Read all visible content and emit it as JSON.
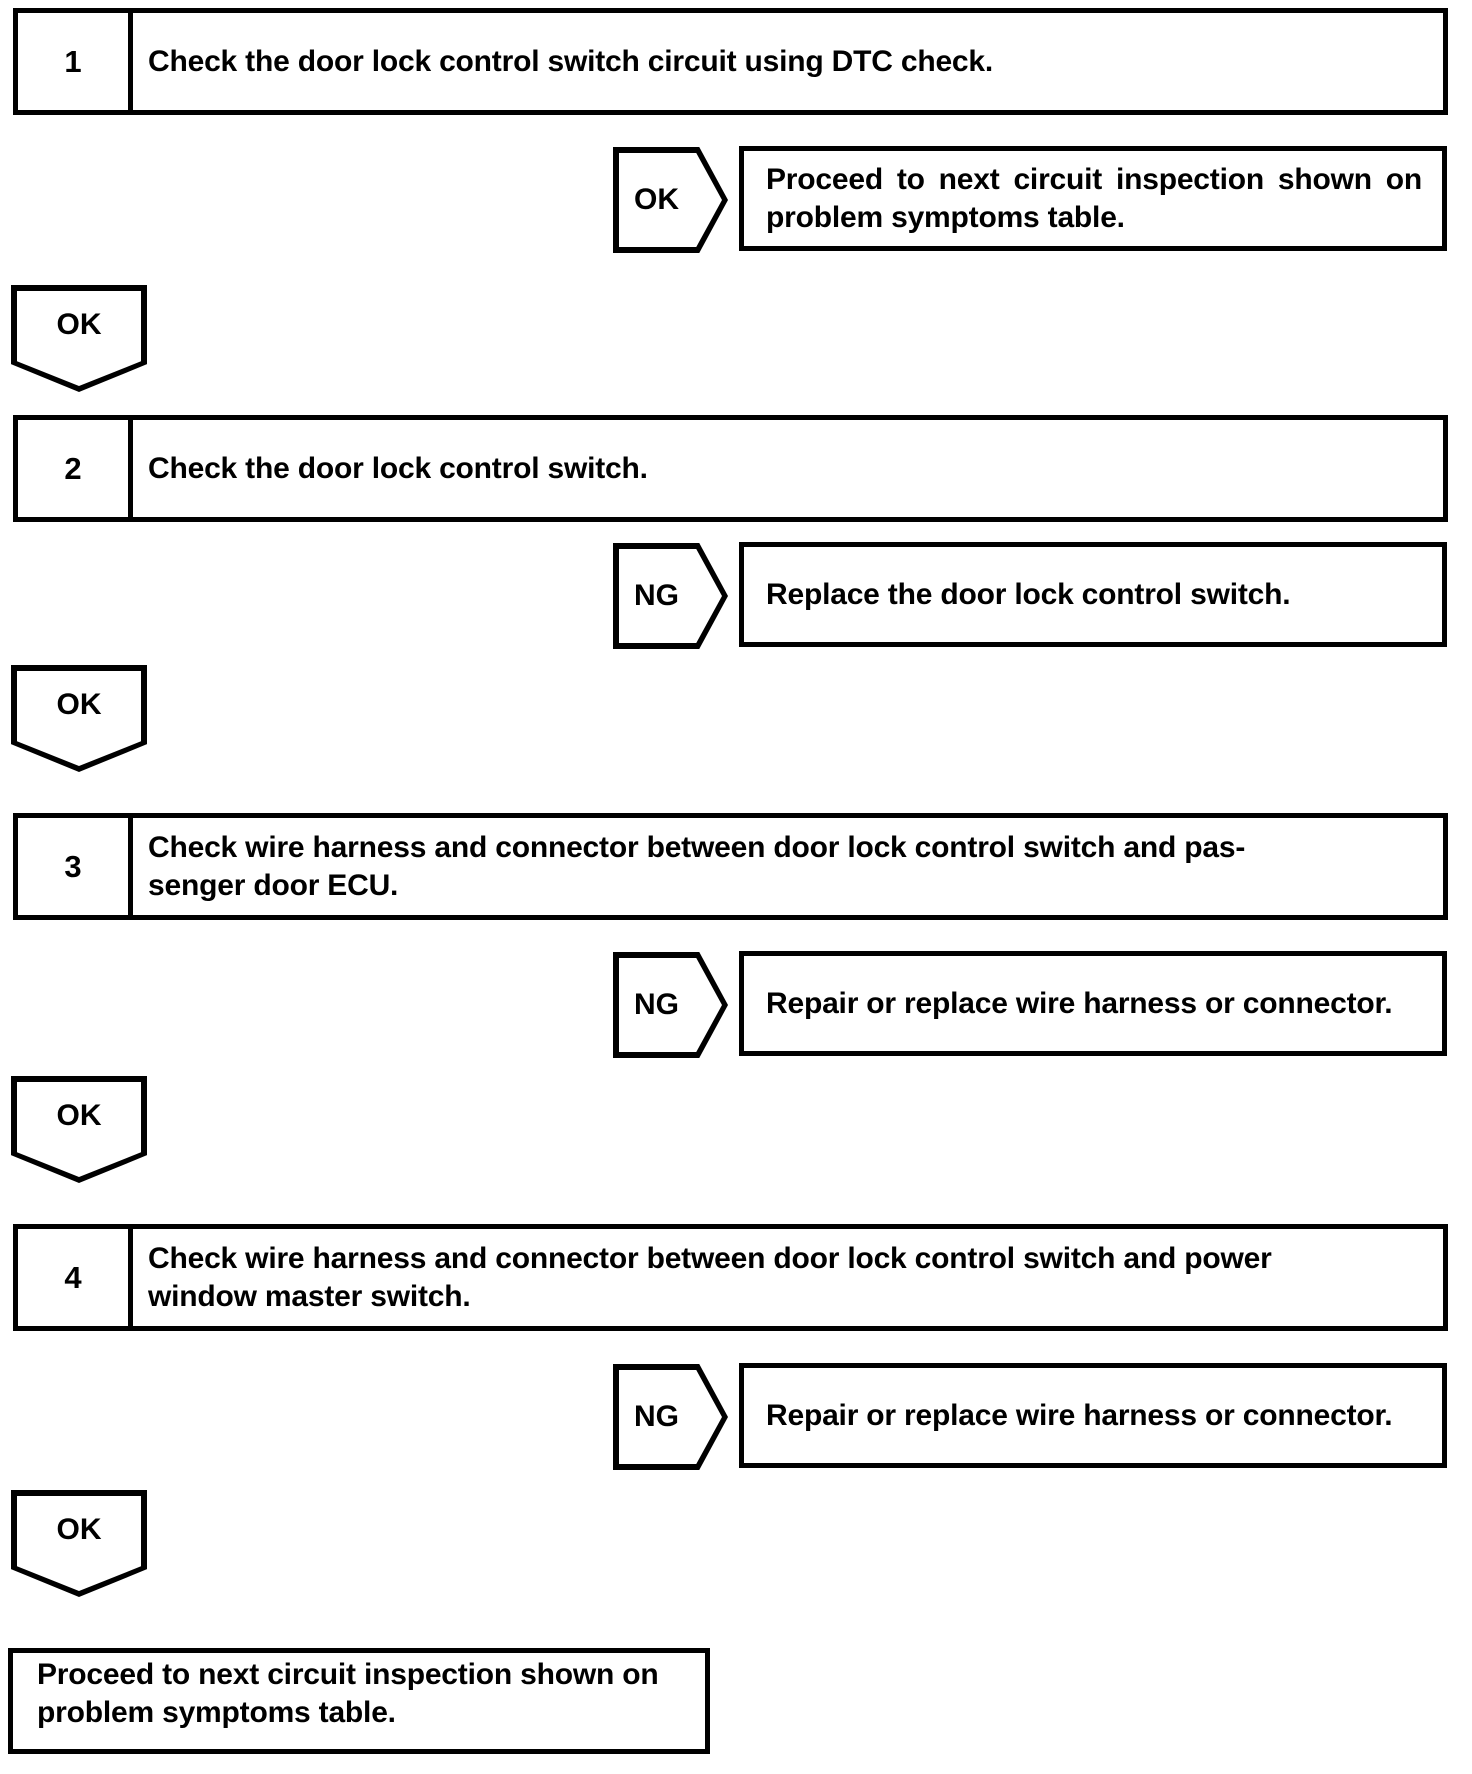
{
  "diagram": {
    "type": "flowchart",
    "colors": {
      "line": "#000000",
      "text": "#000000",
      "background": "#ffffff"
    },
    "flow": {
      "steps": [
        {
          "number": "1",
          "lines": [
            "Check the door lock control switch circuit using DTC check."
          ]
        },
        {
          "number": "2",
          "lines": [
            "Check the door lock control switch."
          ]
        },
        {
          "number": "3",
          "lines": [
            "Check wire harness and connector between door lock control switch and pas-",
            "senger door ECU."
          ]
        },
        {
          "number": "4",
          "lines": [
            "Check wire harness and connector between door lock control switch and power",
            "window master switch."
          ]
        }
      ],
      "branches": [
        {
          "label": "OK",
          "result_lines": [
            "Proceed to next circuit inspection shown on",
            "problem symptoms table."
          ]
        },
        {
          "label": "NG",
          "result_lines": [
            "Replace the door lock control switch."
          ]
        },
        {
          "label": "NG",
          "result_lines": [
            "Repair or replace wire harness or connector."
          ]
        },
        {
          "label": "NG",
          "result_lines": [
            "Repair or replace wire harness or connector."
          ]
        }
      ],
      "down_connectors": [
        {
          "label": "OK"
        },
        {
          "label": "OK"
        },
        {
          "label": "OK"
        },
        {
          "label": "OK"
        }
      ],
      "end_box": {
        "lines": [
          "Proceed to next circuit inspection shown on",
          "problem symptoms table."
        ]
      }
    }
  }
}
